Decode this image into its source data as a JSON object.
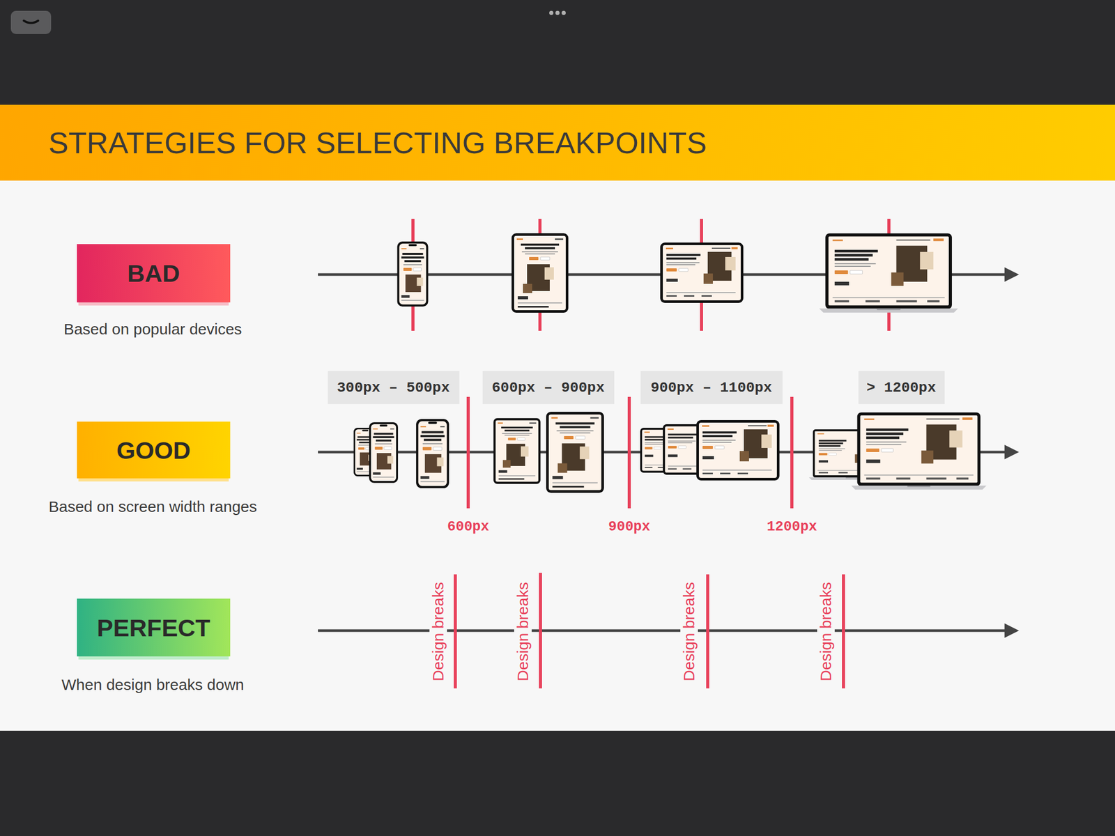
{
  "diagram": {
    "title": "STRATEGIES FOR SELECTING BREAKPOINTS",
    "nodes": [
      {
        "text": [
          "BAD"
        ]
      },
      {
        "text": [
          "300px – 500px"
        ]
      },
      {
        "text": [
          "600px – 900px"
        ]
      },
      {
        "text": [
          "900px – 1100px"
        ]
      },
      {
        "text": [
          "> 1200px"
        ]
      },
      {
        "text": [
          "GOOD"
        ]
      },
      {
        "text": [
          "PERFECT"
        ]
      }
    ],
    "labels": [
      "Based on popular devices",
      "Based on screen width ranges",
      "600px",
      "900px",
      "1200px",
      "Design breaks",
      "Design breaks",
      "Design breaks",
      "Design breaks",
      "When design breaks down"
    ]
  }
}
